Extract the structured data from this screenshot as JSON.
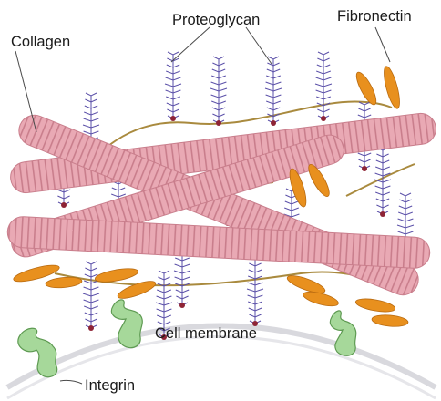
{
  "labels": {
    "collagen": "Collagen",
    "proteoglycan": "Proteoglycan",
    "fibronectin": "Fibronectin",
    "cell_membrane": "Cell membrane",
    "integrin": "Integrin"
  },
  "colors": {
    "collagen_fill": "#e9a9b4",
    "collagen_stripe": "#c97e8c",
    "proteoglycan_core": "#a98a3e",
    "proteoglycan_bristle": "#5a4fa8",
    "proteoglycan_node": "#8e2436",
    "fibronectin": "#e8901e",
    "integrin": "#a6d89a",
    "membrane": "#d9d9de",
    "leader_line": "#4a4a4a"
  }
}
